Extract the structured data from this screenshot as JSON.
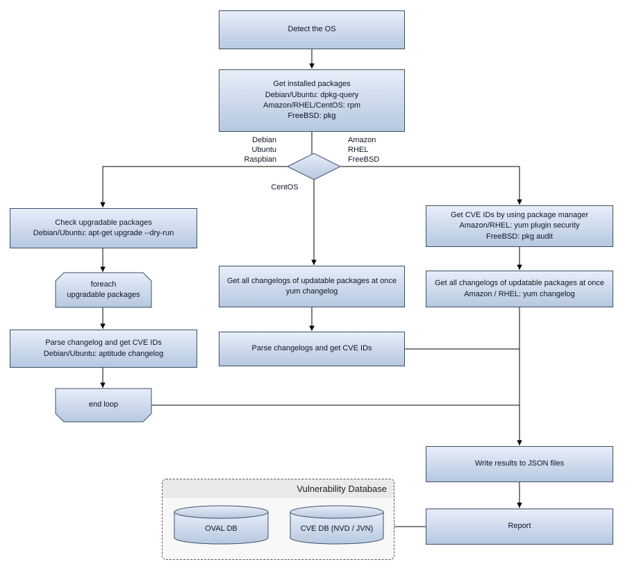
{
  "nodes": {
    "detect_os": "Detect the OS",
    "get_installed": "Get installed packages\nDebian/Ubuntu: dpkg-query\nAmazon/RHEL/CentOS: rpm\nFreeBSD: pkg",
    "check_upgradable": "Check upgradable packages\nDebian/Ubuntu: apt-get upgrade --dry-run",
    "foreach": "foreach\nupgradable  packages",
    "parse_changelog_left": "Parse changelog and get  CVE IDs\nDebian/Ubuntu: aptitude changelog",
    "end_loop": "end loop",
    "get_changelogs_mid": "Get all changelogs of updatable packages at once\nyum changelog",
    "parse_changelogs_mid": "Parse changelogs and get CVE IDs",
    "get_cve_right": "Get CVE IDs by using package manager\nAmazon/RHEL: yum plugin security\nFreeBSD: pkg audit",
    "get_changelogs_right": "Get all changelogs of updatable packages at once\nAmazon / RHEL: yum changelog",
    "write_json": "Write results to JSON files",
    "report": "Report"
  },
  "edge_labels": {
    "left_branch": "Debian\nUbuntu\nRaspbian",
    "right_branch": "Amazon\nRHEL\nFreeBSD",
    "bottom_branch": "CentOS"
  },
  "database_group": {
    "title": "Vulnerability Database",
    "oval_db": "OVAL DB",
    "cve_db": "CVE DB (NVD / JVN)"
  },
  "colors": {
    "node_fill_top": "#e7eef9",
    "node_fill_bottom": "#b6c8e0",
    "node_border": "#3c4d66",
    "edge": "#000000"
  }
}
